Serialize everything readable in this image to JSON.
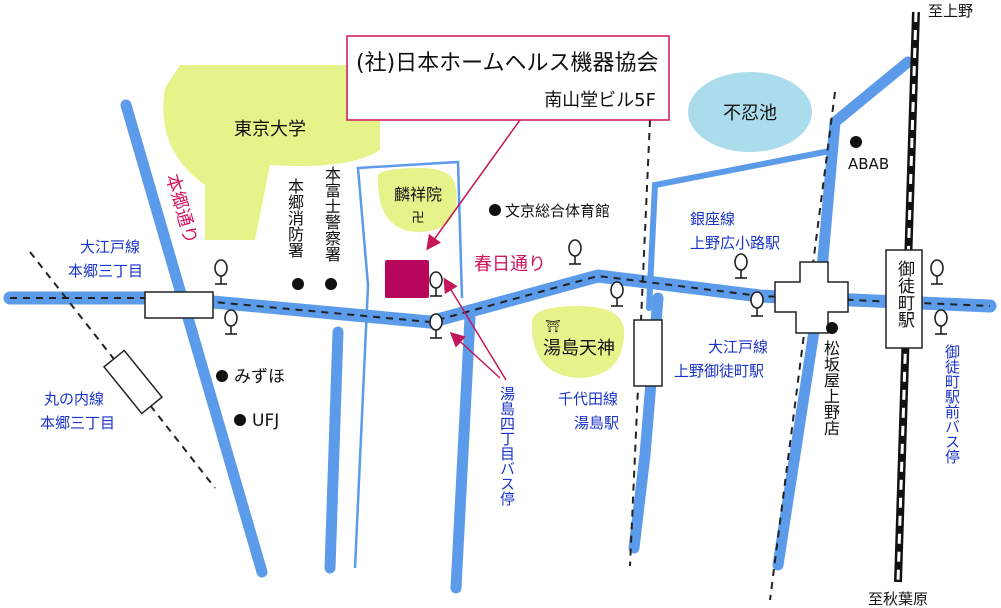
{
  "title_box": {
    "association": "(社)日本ホームヘルス機器協会",
    "building": "南山堂ビル5F"
  },
  "areas": {
    "tokyo_univ": "東京大学",
    "shinobazu": "不忍池",
    "rinshoin": "麟祥院",
    "rinshoin_mark": "卍",
    "yushima_tenjin": "湯島天神",
    "yushima_tenjin_mark": "⛩"
  },
  "roads": {
    "hongo_dori": "本郷通り",
    "kasuga_dori": "春日通り"
  },
  "stations": {
    "oedo_hongo3": "大江戸線\n本郷三丁目",
    "marunouchi_hongo3": "丸の内線\n本郷三丁目",
    "ginza_ueno_hirokoji": "銀座線\n上野広小路駅",
    "oedo_ueno_okachimachi": "大江戸線\n上野御徒町駅",
    "chiyoda_yushima": "千代田線\n湯島駅",
    "okachimachi": "御徒町駅",
    "okachimachi_bus": "御徒町駅前バス停",
    "yushima4_bus": "湯島四丁目バス停"
  },
  "landmarks": {
    "hongo_fire": "本郷消防署",
    "motofuji_police": "本富士警察署",
    "bunkyo_gym": "文京総合体育館",
    "abab": "ABAB",
    "mizuho": "みずほ",
    "ufj": "UFJ",
    "matsuzakaya": "松坂屋上野店"
  },
  "directions": {
    "to_ueno": "至上野",
    "to_akihabara": "至秋葉原"
  },
  "colors": {
    "road": "#5b9bea",
    "area_green": "#e6f28a",
    "pond": "#aadcec",
    "target": "#b8065c",
    "label_blue": "#1a33c8",
    "label_red": "#d4145a",
    "arrow": "#c2185b",
    "title_border": "#d4145a"
  }
}
